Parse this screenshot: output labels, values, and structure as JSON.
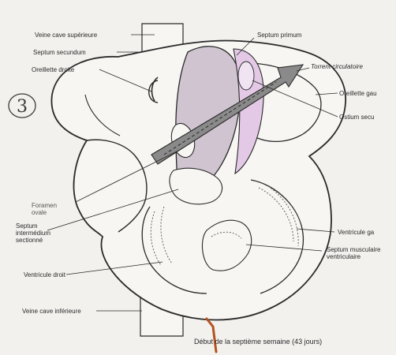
{
  "labels": {
    "veine_cave_superieure": "Veine cave supérieure",
    "septum_primum": "Septum primum",
    "septum_secundum": "Septum secundum",
    "torrent_circulatoire": "Torrent circulatoire",
    "oreillette_droite": "Oreillette droite",
    "oreillette_gauche": "Oreillette gau",
    "ostium_secundum": "Ostium secu",
    "foramen_ovale": "Foramen ovale",
    "ventricule_gauche": "Ventricule ga",
    "septum_intermedium": "Septum intermédium sectionné",
    "septum_musculaire": "Septum musculaire ventriculaire",
    "ventricule_droit": "Ventricule droit",
    "veine_cave_inferieure": "Veine cave inférieure"
  },
  "caption": "Début de la septième semaine (43 jours)",
  "handwritten_number": "3",
  "colors": {
    "septum_fill": "#cfc4cf",
    "septum_highlight": "#e3c9e6",
    "line": "#2a2a2a",
    "arrow": "#8a8a8a"
  }
}
